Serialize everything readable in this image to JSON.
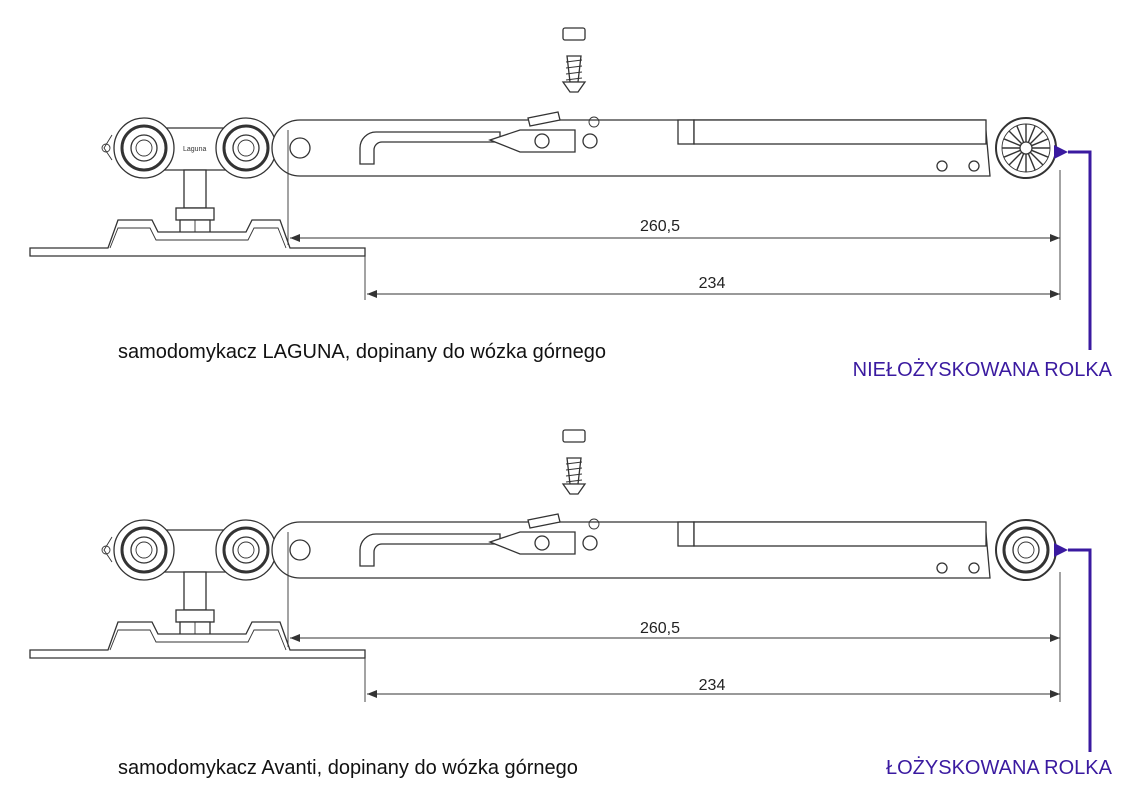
{
  "panels": [
    {
      "caption": "samodomykacz LAGUNA, dopinany do wózka górnego",
      "dim_long": "260,5",
      "dim_short": "234",
      "callout": "NIEŁOŻYSKOWANA ROLKA",
      "roller_type": "spoked"
    },
    {
      "caption": "samodomykacz Avanti, dopinany do wózka górnego",
      "dim_long": "260,5",
      "dim_short": "234",
      "callout": "ŁOŻYSKOWANA ROLKA",
      "roller_type": "bearing"
    }
  ],
  "colors": {
    "callout": "#3a1aa0",
    "arrow": "#3a1aa0",
    "line": "#333333"
  }
}
